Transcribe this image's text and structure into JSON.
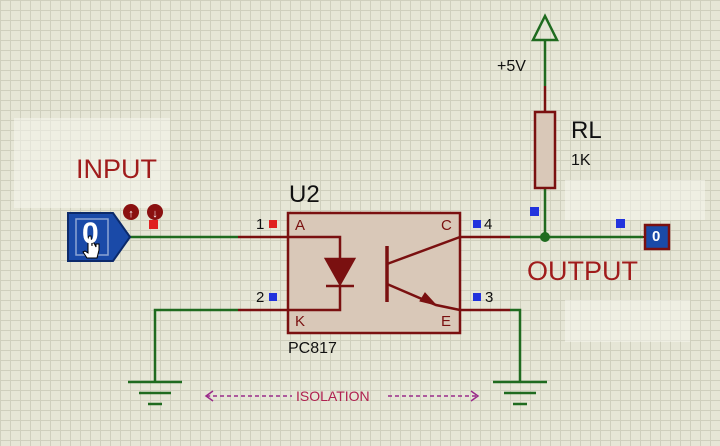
{
  "labels": {
    "input": "INPUT",
    "output": "OUTPUT",
    "component_ref": "U2",
    "component_part": "PC817",
    "supply": "+5V",
    "resistor_ref": "RL",
    "resistor_value": "1K",
    "isolation": "ISOLATION"
  },
  "pins": {
    "p1_num": "1",
    "p1_name": "A",
    "p2_num": "2",
    "p2_name": "K",
    "p3_num": "3",
    "p3_name": "E",
    "p4_num": "4",
    "p4_name": "C"
  },
  "logic_input": {
    "value": "0"
  },
  "logic_probe": {
    "value": "0"
  },
  "colors": {
    "wire": "#1f6b1f",
    "component": "#7a1010",
    "body_fill": "#d9c8b8",
    "logic_blue": "#1a4aa8",
    "pin_low": "#e02020",
    "pin_marker": "#2233dd",
    "isolation": "#9a2a8a"
  }
}
